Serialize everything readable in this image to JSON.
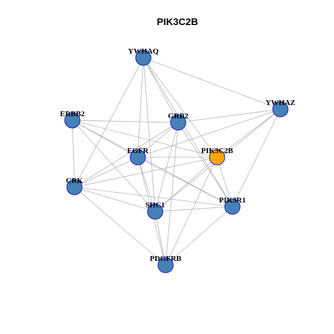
{
  "title": "PIK3C2B",
  "colors": {
    "background": "#ffffff",
    "node_default": "#4682b4",
    "node_highlight": "#ffa500",
    "node_border": "#1a1acc",
    "edge": "#b3b3b3"
  },
  "network": {
    "nodes": [
      {
        "id": "YWHAQ",
        "label": "YWHAQ",
        "highlight": false
      },
      {
        "id": "YWHAZ",
        "label": "YWHAZ",
        "highlight": false
      },
      {
        "id": "ERBB2",
        "label": "ERBB2",
        "highlight": false
      },
      {
        "id": "GRB2",
        "label": "GRB2",
        "highlight": false
      },
      {
        "id": "EGFR",
        "label": "EGFR",
        "highlight": false
      },
      {
        "id": "PIK3C2B",
        "label": "PIK3C2B",
        "highlight": true
      },
      {
        "id": "CRK",
        "label": "CRK",
        "highlight": false
      },
      {
        "id": "SHC1",
        "label": "SHC1",
        "highlight": false
      },
      {
        "id": "PIK3R1",
        "label": "PIK3R1",
        "highlight": false
      },
      {
        "id": "PDGFRB",
        "label": "PDGFRB",
        "highlight": false
      }
    ],
    "edges": [
      [
        "YWHAQ",
        "EGFR"
      ],
      [
        "YWHAQ",
        "CRK"
      ],
      [
        "YWHAQ",
        "YWHAZ"
      ],
      [
        "YWHAQ",
        "PIK3C2B"
      ],
      [
        "YWHAQ",
        "PIK3R1"
      ],
      [
        "YWHAQ",
        "SHC1"
      ],
      [
        "YWHAQ",
        "GRB2"
      ],
      [
        "YWHAZ",
        "GRB2"
      ],
      [
        "YWHAZ",
        "EGFR"
      ],
      [
        "YWHAZ",
        "PIK3C2B"
      ],
      [
        "YWHAZ",
        "PIK3R1"
      ],
      [
        "YWHAZ",
        "SHC1"
      ],
      [
        "ERBB2",
        "GRB2"
      ],
      [
        "ERBB2",
        "EGFR"
      ],
      [
        "ERBB2",
        "PIK3C2B"
      ],
      [
        "ERBB2",
        "CRK"
      ],
      [
        "ERBB2",
        "SHC1"
      ],
      [
        "ERBB2",
        "PIK3R1"
      ],
      [
        "GRB2",
        "EGFR"
      ],
      [
        "GRB2",
        "CRK"
      ],
      [
        "GRB2",
        "SHC1"
      ],
      [
        "GRB2",
        "PIK3R1"
      ],
      [
        "GRB2",
        "PDGFRB"
      ],
      [
        "EGFR",
        "PIK3C2B"
      ],
      [
        "EGFR",
        "CRK"
      ],
      [
        "EGFR",
        "SHC1"
      ],
      [
        "EGFR",
        "PIK3R1"
      ],
      [
        "EGFR",
        "PDGFRB"
      ],
      [
        "PIK3C2B",
        "CRK"
      ],
      [
        "PIK3C2B",
        "SHC1"
      ],
      [
        "PIK3C2B",
        "PIK3R1"
      ],
      [
        "PIK3C2B",
        "PDGFRB"
      ],
      [
        "CRK",
        "SHC1"
      ],
      [
        "CRK",
        "PIK3R1"
      ],
      [
        "CRK",
        "PDGFRB"
      ],
      [
        "SHC1",
        "PIK3R1"
      ],
      [
        "SHC1",
        "PDGFRB"
      ],
      [
        "PIK3R1",
        "PDGFRB"
      ]
    ]
  }
}
